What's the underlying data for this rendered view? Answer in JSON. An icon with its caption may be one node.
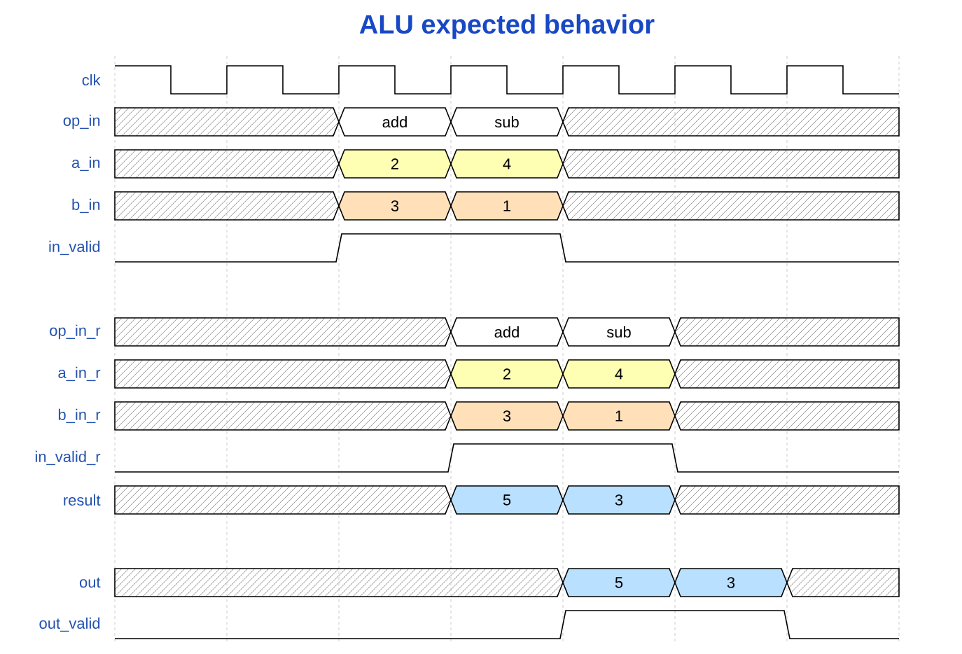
{
  "diagram": {
    "title": "ALU expected behavior",
    "nodes": [
      {
        "text": [
          "add"
        ]
      },
      {
        "text": [
          "sub"
        ]
      },
      {
        "text": [
          "2"
        ]
      },
      {
        "text": [
          "4"
        ]
      },
      {
        "text": [
          "3"
        ]
      },
      {
        "text": [
          "1"
        ]
      },
      {
        "text": [
          "add"
        ]
      },
      {
        "text": [
          "sub"
        ]
      },
      {
        "text": [
          "2"
        ]
      },
      {
        "text": [
          "4"
        ]
      },
      {
        "text": [
          "3"
        ]
      },
      {
        "text": [
          "1"
        ]
      },
      {
        "text": [
          "5"
        ]
      },
      {
        "text": [
          "3"
        ]
      },
      {
        "text": [
          "5"
        ]
      },
      {
        "text": [
          "3"
        ]
      }
    ],
    "labels": [
      "clk",
      "op_in",
      "a_in",
      "b_in",
      "in_valid",
      "op_in_r",
      "a_in_r",
      "b_in_r",
      "in_valid_r",
      "result",
      "out",
      "out_valid"
    ]
  }
}
